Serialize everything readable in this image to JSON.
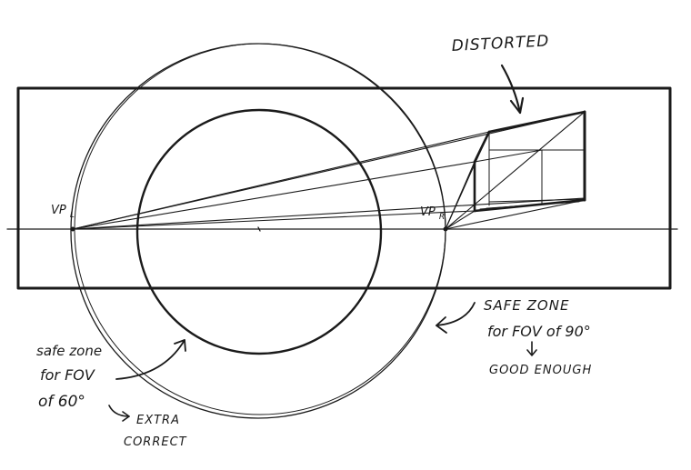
{
  "labels": {
    "distorted": "DISTORTED",
    "vp_left": "VP",
    "vp_left_sub": "L",
    "vp_right": "VP",
    "vp_right_sub": "R",
    "safe_zone_90_line1": "SAFE ZONE",
    "safe_zone_90_line2": "for FOV of 90°",
    "good_enough": "GOOD ENOUGH",
    "safe_zone_60_line1": "safe zone",
    "safe_zone_60_line2": "for FOV",
    "safe_zone_60_line3": "of 60°",
    "extra_line1": "EXTRA",
    "extra_line2": "CORRECT"
  },
  "colors": {
    "ink": "#1a1a1a",
    "background": "#ffffff"
  }
}
